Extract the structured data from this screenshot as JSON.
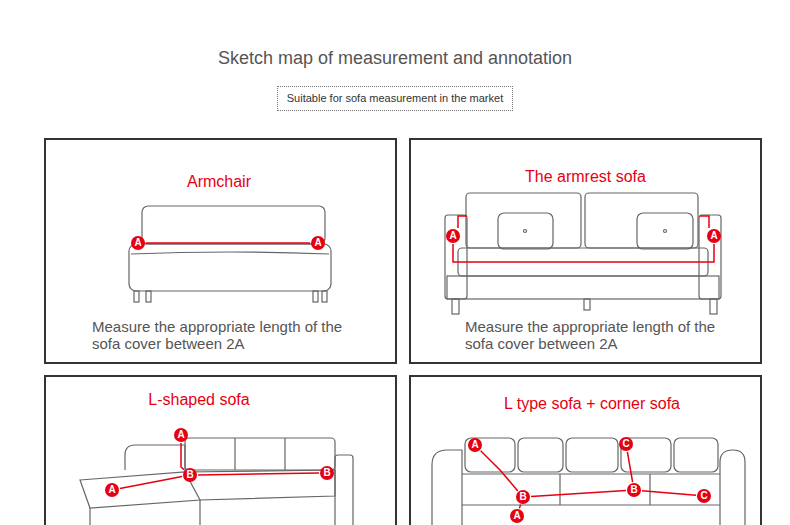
{
  "diagram": {
    "title": "Sketch map of measurement and annotation",
    "nodes": [
      {
        "text": [
          "Suitable for sofa measurement in the market"
        ]
      },
      {
        "text": [
          "Armchair",
          "Measure the appropriate length of the sofa cover between 2A"
        ]
      },
      {
        "text": [
          "A"
        ],
        "in": 1
      },
      {
        "text": [
          "A"
        ],
        "in": 1
      },
      {
        "text": [
          "The armrest sofa",
          "Measure the appropriate length of the sofa cover between 2A"
        ]
      },
      {
        "text": [
          "A"
        ],
        "in": 4
      },
      {
        "text": [
          "A"
        ],
        "in": 4
      },
      {
        "text": [
          "L-shaped sofa"
        ]
      },
      {
        "text": [
          "A"
        ],
        "in": 7
      },
      {
        "text": [
          "B"
        ],
        "in": 7
      },
      {
        "text": [
          "B"
        ],
        "in": 7
      },
      {
        "text": [
          "A"
        ],
        "in": 7
      },
      {
        "text": [
          "L type sofa + corner sofa"
        ]
      },
      {
        "text": [
          "A"
        ],
        "in": 12
      },
      {
        "text": [
          "C"
        ],
        "in": 12
      },
      {
        "text": [
          "B"
        ],
        "in": 12
      },
      {
        "text": [
          "B"
        ],
        "in": 12
      },
      {
        "text": [
          "C"
        ],
        "in": 12
      },
      {
        "text": [
          "A"
        ],
        "in": 12
      }
    ],
    "edges": [
      {
        "from": 2,
        "to": 3,
        "arrow": "none"
      },
      {
        "from": 5,
        "to": 6,
        "arrow": "none"
      },
      {
        "from": 8,
        "to": 9,
        "arrow": "none"
      },
      {
        "from": 11,
        "to": 9,
        "arrow": "none"
      },
      {
        "from": 9,
        "to": 10,
        "arrow": "none"
      },
      {
        "from": 13,
        "to": 15,
        "arrow": "none"
      },
      {
        "from": 18,
        "to": 15,
        "arrow": "none"
      },
      {
        "from": 15,
        "to": 16,
        "arrow": "none"
      },
      {
        "from": 14,
        "to": 16,
        "arrow": "none"
      },
      {
        "from": 16,
        "to": 17,
        "arrow": "none"
      }
    ]
  }
}
